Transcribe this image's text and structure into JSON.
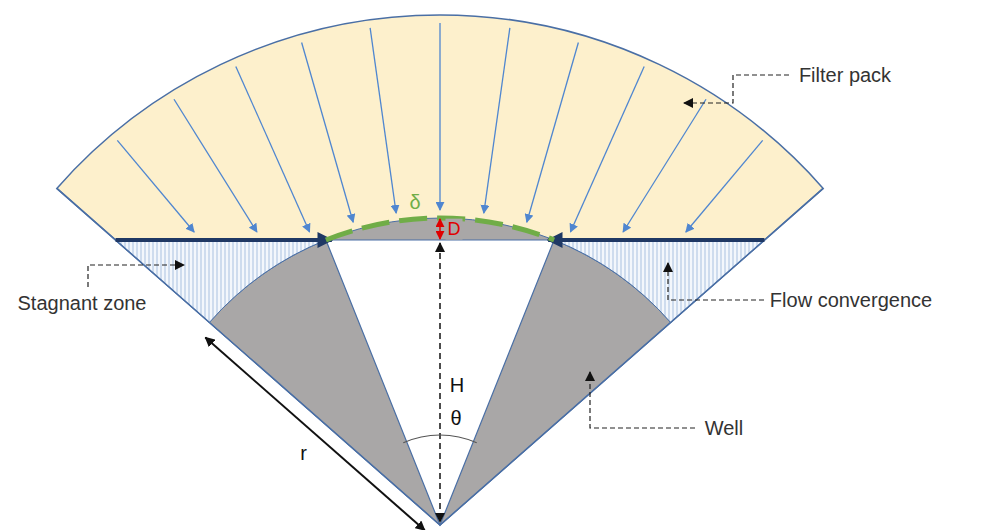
{
  "diagram": {
    "labels": [
      "Filter pack",
      "δ",
      "D",
      "Stagnant zone",
      "Flow convergence",
      "H",
      "Well",
      "θ",
      "r"
    ]
  }
}
